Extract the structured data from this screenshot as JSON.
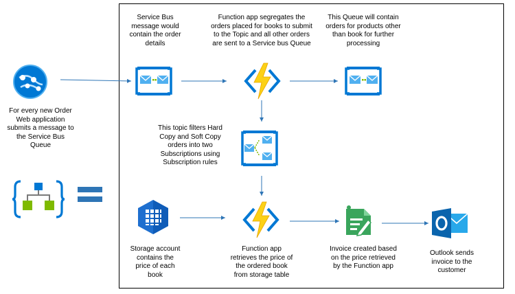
{
  "colors": {
    "azure_blue": "#0078d4",
    "bolt_yellow": "#fcd116",
    "arrow_blue": "#2e75b6",
    "logic_green": "#7fba00",
    "invoice_green": "#3aa55c",
    "outlook_blue": "#0a64ad"
  },
  "icons": {
    "web_app": "globe-network-icon",
    "service_bus_queue_1": "service-bus-queue-icon",
    "function_app_1": "azure-function-icon",
    "service_bus_queue_2": "service-bus-queue-icon",
    "service_bus_topic": "service-bus-topic-icon",
    "storage_account": "storage-table-icon",
    "function_app_2": "azure-function-icon",
    "invoice": "invoice-document-icon",
    "outlook": "outlook-icon",
    "logic_app": "logic-app-icon",
    "equals": "equals-icon"
  },
  "labels": {
    "web_app": "For every new Order\nWeb application\nsubmits a message to\nthe Service Bus\nQueue",
    "service_bus_queue_1": "Service Bus\nmessage would\ncontain the order\ndetails",
    "function_app_1": "Function app segregates the\norders placed for books to submit\nto the Topic and all other orders\nare sent to a Service bus Queue",
    "service_bus_queue_2": "This Queue will contain\norders for products other\nthan book for further\nprocessing",
    "service_bus_topic": "This topic filters Hard\nCopy and Soft Copy\norders into two\nSubscriptions using\nSubscription rules",
    "storage_account": "Storage account\ncontains the\nprice of each\nbook",
    "function_app_2": "Function app\nretrieves the price of\nthe ordered book\nfrom storage table",
    "invoice": "Invoice created based\non the price retrieved\nby the Function app",
    "outlook": "Outlook sends\ninvoice to the\ncustomer"
  }
}
